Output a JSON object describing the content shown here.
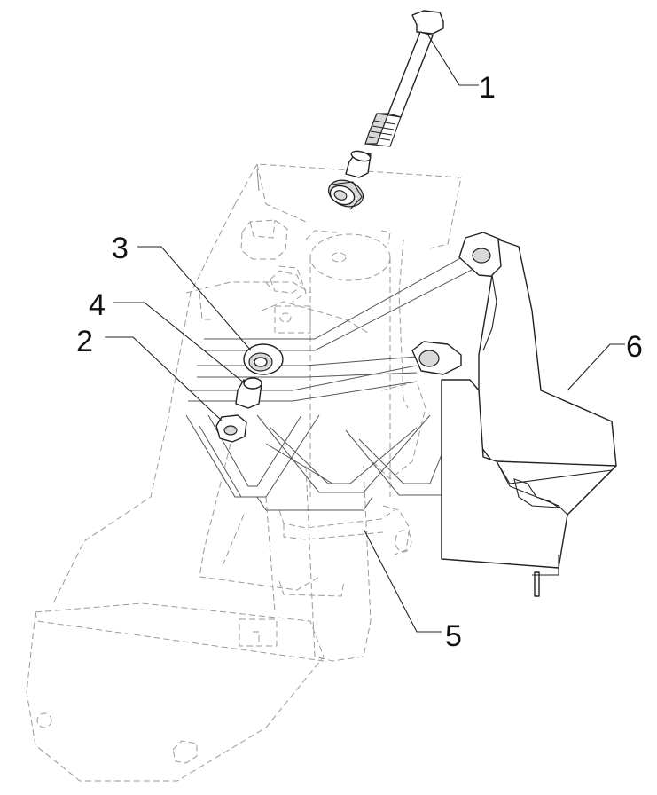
{
  "callouts": [
    {
      "id": "1",
      "label": "1"
    },
    {
      "id": "2",
      "label": "2"
    },
    {
      "id": "3",
      "label": "3"
    },
    {
      "id": "4",
      "label": "4"
    },
    {
      "id": "5",
      "label": "5"
    },
    {
      "id": "6",
      "label": "6"
    }
  ],
  "colors": {
    "stroke": "#222222",
    "ghost": "#9a9a9a",
    "background": "#ffffff"
  }
}
